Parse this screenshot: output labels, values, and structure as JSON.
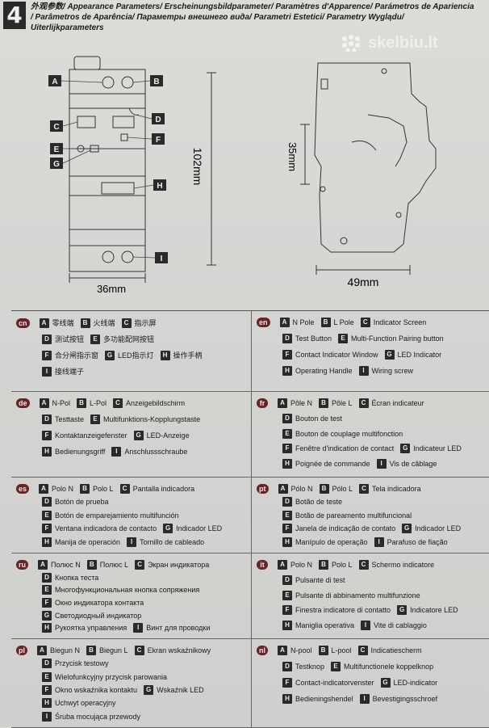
{
  "header": {
    "section_number": "4",
    "title_line1": "外观参数/ Appearance Parameters/ Erscheinungsbildparameter/ Paramètres d'Apparence/ Parámetros de Apariencia",
    "title_line2": "/ Parâmetros de Aparência/ Параметры внешнего вида/ Parametri Estetici/ Parametry Wyglądu/",
    "title_line3": "Uiterlijkparameters"
  },
  "watermark": "skelbiu.lt",
  "diagram": {
    "front_labels": [
      "A",
      "B",
      "C",
      "D",
      "E",
      "F",
      "G",
      "H",
      "I"
    ],
    "dim_width": "36mm",
    "dim_height": "102mm",
    "dim_side_width": "49mm",
    "dim_side_height": "35mm"
  },
  "languages": [
    {
      "code": "cn",
      "rows": [
        [
          {
            "k": "A",
            "t": "零线端"
          },
          {
            "k": "B",
            "t": "火线端"
          },
          {
            "k": "C",
            "t": "指示屏"
          }
        ],
        [
          {
            "k": "D",
            "t": "测试按钮"
          },
          {
            "k": "E",
            "t": "多功能配网按钮"
          }
        ],
        [
          {
            "k": "F",
            "t": "合分闸指示窗"
          },
          {
            "k": "G",
            "t": "LED指示灯"
          },
          {
            "k": "H",
            "t": "操作手柄"
          }
        ],
        [
          {
            "k": "I",
            "t": "接线端子"
          }
        ]
      ]
    },
    {
      "code": "en",
      "rows": [
        [
          {
            "k": "A",
            "t": "N Pole"
          },
          {
            "k": "B",
            "t": "L Pole"
          },
          {
            "k": "C",
            "t": "Indicator Screen"
          }
        ],
        [
          {
            "k": "D",
            "t": "Test Button"
          },
          {
            "k": "E",
            "t": "Multi-Function Pairing button"
          }
        ],
        [
          {
            "k": "F",
            "t": "Contact Indicator Window"
          },
          {
            "k": "G",
            "t": "LED Indicator"
          }
        ],
        [
          {
            "k": "H",
            "t": "Operating Handle"
          },
          {
            "k": "I",
            "t": "Wiring screw"
          }
        ]
      ]
    },
    {
      "code": "de",
      "rows": [
        [
          {
            "k": "A",
            "t": "N-Pol"
          },
          {
            "k": "B",
            "t": "L-Pol"
          },
          {
            "k": "C",
            "t": "Anzeigebildschirm"
          }
        ],
        [
          {
            "k": "D",
            "t": "Testtaste"
          },
          {
            "k": "E",
            "t": "Multifunktions-Kopplungstaste"
          }
        ],
        [
          {
            "k": "F",
            "t": "Kontaktanzeigefenster"
          },
          {
            "k": "G",
            "t": "LED-Anzeige"
          }
        ],
        [
          {
            "k": "H",
            "t": "Bedienungsgriff"
          },
          {
            "k": "I",
            "t": "Anschlussschraube"
          }
        ]
      ]
    },
    {
      "code": "fr",
      "rows": [
        [
          {
            "k": "A",
            "t": "Pôle N"
          },
          {
            "k": "B",
            "t": "Pôle L"
          },
          {
            "k": "C",
            "t": "Écran indicateur"
          }
        ],
        [
          {
            "k": "D",
            "t": "Bouton de test"
          }
        ],
        [
          {
            "k": "E",
            "t": "Bouton de couplage multifonction"
          }
        ],
        [
          {
            "k": "F",
            "t": "Fenêtre d'indication de contact"
          },
          {
            "k": "G",
            "t": "Indicateur LED"
          }
        ],
        [
          {
            "k": "H",
            "t": "Poignée de commande"
          },
          {
            "k": "I",
            "t": "Vis de câblage"
          }
        ]
      ]
    },
    {
      "code": "es",
      "rows": [
        [
          {
            "k": "A",
            "t": "Polo N"
          },
          {
            "k": "B",
            "t": "Polo L"
          },
          {
            "k": "C",
            "t": "Pantalla indicadora"
          }
        ],
        [
          {
            "k": "D",
            "t": "Botón de prueba"
          }
        ],
        [
          {
            "k": "E",
            "t": "Botón de emparejamiento multifunción"
          }
        ],
        [
          {
            "k": "F",
            "t": "Ventana indicadora de contacto"
          },
          {
            "k": "G",
            "t": "Indicador LED"
          }
        ],
        [
          {
            "k": "H",
            "t": "Manija de operación"
          },
          {
            "k": "I",
            "t": "Tornillo de cableado"
          }
        ]
      ]
    },
    {
      "code": "pt",
      "rows": [
        [
          {
            "k": "A",
            "t": "Pólo N"
          },
          {
            "k": "B",
            "t": "Pólo L"
          },
          {
            "k": "C",
            "t": "Tela indicadora"
          }
        ],
        [
          {
            "k": "D",
            "t": "Botão de teste"
          }
        ],
        [
          {
            "k": "E",
            "t": "Botão de pareamento multifuncional"
          }
        ],
        [
          {
            "k": "F",
            "t": "Janela de indicação de contato"
          },
          {
            "k": "G",
            "t": "Indicador LED"
          }
        ],
        [
          {
            "k": "H",
            "t": "Manípulo de operação"
          },
          {
            "k": "I",
            "t": "Parafuso de fiação"
          }
        ]
      ]
    },
    {
      "code": "ru",
      "rows": [
        [
          {
            "k": "A",
            "t": "Полюс N"
          },
          {
            "k": "B",
            "t": "Полюс L"
          },
          {
            "k": "C",
            "t": "Экран индикатора"
          }
        ],
        [
          {
            "k": "D",
            "t": "Кнопка теста"
          }
        ],
        [
          {
            "k": "E",
            "t": "Многофункциональная кнопка сопряжения"
          }
        ],
        [
          {
            "k": "F",
            "t": "Окно индикатора контакта"
          }
        ],
        [
          {
            "k": "G",
            "t": "Светодиодный индикатор"
          }
        ],
        [
          {
            "k": "H",
            "t": "Рукоятка управления"
          },
          {
            "k": "I",
            "t": "Винт для проводки"
          }
        ]
      ]
    },
    {
      "code": "it",
      "rows": [
        [
          {
            "k": "A",
            "t": "Polo N"
          },
          {
            "k": "B",
            "t": "Polo L"
          },
          {
            "k": "C",
            "t": "Schermo indicatore"
          }
        ],
        [
          {
            "k": "D",
            "t": "Pulsante di test"
          }
        ],
        [
          {
            "k": "E",
            "t": "Pulsante di abbinamento multifunzione"
          }
        ],
        [
          {
            "k": "F",
            "t": "Finestra indicatore di contatto"
          },
          {
            "k": "G",
            "t": "Indicatore LED"
          }
        ],
        [
          {
            "k": "H",
            "t": "Maniglia operativa"
          },
          {
            "k": "I",
            "t": "Vite di cablaggio"
          }
        ]
      ]
    },
    {
      "code": "pl",
      "rows": [
        [
          {
            "k": "A",
            "t": "Biegun N"
          },
          {
            "k": "B",
            "t": "Biegun L"
          },
          {
            "k": "C",
            "t": "Ekran wskaźnikowy"
          }
        ],
        [
          {
            "k": "D",
            "t": "Przycisk testowy"
          }
        ],
        [
          {
            "k": "E",
            "t": "Wielofunkcyjny przycisk parowania"
          }
        ],
        [
          {
            "k": "F",
            "t": "Okno wskaźnika kontaktu"
          },
          {
            "k": "G",
            "t": "Wskaźnik LED"
          }
        ],
        [
          {
            "k": "H",
            "t": "Uchwyt operacyjny"
          }
        ],
        [
          {
            "k": "I",
            "t": "Śruba mocująca przewody"
          }
        ]
      ]
    },
    {
      "code": "nl",
      "rows": [
        [
          {
            "k": "A",
            "t": "N-pool"
          },
          {
            "k": "B",
            "t": "L-pool"
          },
          {
            "k": "C",
            "t": "Indicatiescherm"
          }
        ],
        [
          {
            "k": "D",
            "t": "Testknop"
          },
          {
            "k": "E",
            "t": "Multifunctionele koppelknop"
          }
        ],
        [
          {
            "k": "F",
            "t": "Contact-indicatorvenster"
          },
          {
            "k": "G",
            "t": "LED-indicator"
          }
        ],
        [
          {
            "k": "H",
            "t": "Bedieningshendel"
          },
          {
            "k": "I",
            "t": "Bevestigingsschroef"
          }
        ]
      ]
    }
  ]
}
